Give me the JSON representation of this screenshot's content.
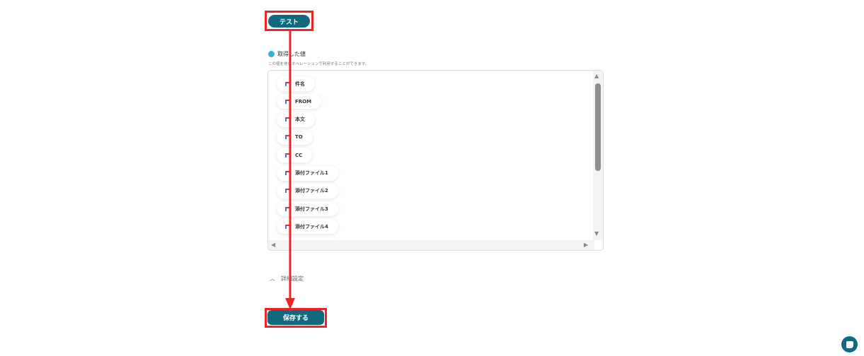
{
  "buttons": {
    "test": "テスト",
    "save": "保存する"
  },
  "section": {
    "title": "取得した値",
    "caption": "この値を他のオペレーションで利用することができます。"
  },
  "chips": [
    "件名",
    "FROM",
    "本文",
    "TO",
    "CC",
    "添付ファイル1",
    "添付ファイル2",
    "添付ファイル3",
    "添付ファイル4"
  ],
  "advanced": {
    "label": "詳細設定"
  },
  "colors": {
    "accent": "#0f6a80",
    "highlight": "#e8262a"
  }
}
